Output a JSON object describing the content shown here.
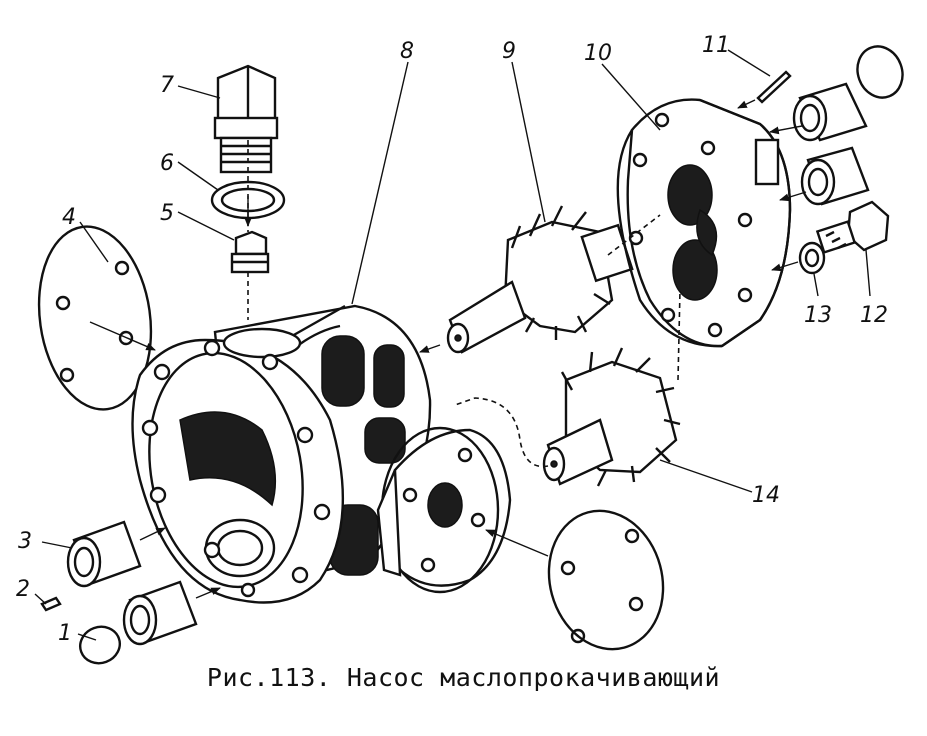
{
  "figure": {
    "caption": "Рис.113. Насос маслопрокачивающий",
    "callouts": [
      "1",
      "2",
      "3",
      "4",
      "5",
      "6",
      "7",
      "8",
      "9",
      "10",
      "11",
      "12",
      "13",
      "14"
    ],
    "ink_color": "#111111",
    "paper_color": "#ffffff"
  }
}
